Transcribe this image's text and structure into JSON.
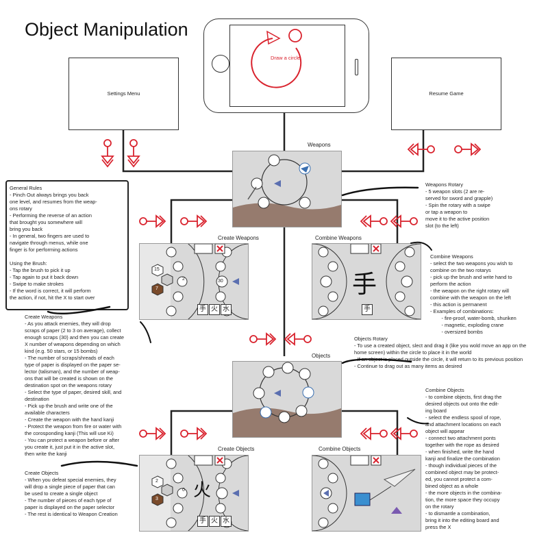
{
  "title": "Object Manipulation",
  "phone": {
    "label": "Draw a circle"
  },
  "settings_menu": {
    "label": "Settings Menu"
  },
  "resume_game": {
    "label": "Resume Game"
  },
  "panels": {
    "weapons": {
      "label": "Weapons"
    },
    "create_weapons": {
      "label": "Create Weapons",
      "slot_count_a": "15",
      "slot_count_b": "7",
      "slot_multiplier": "2",
      "active_slot": "30",
      "kanji": [
        "手",
        "火",
        "水"
      ]
    },
    "combine_weapons": {
      "label": "Combine Weapons",
      "center_kanji": "手",
      "kanji": [
        "手"
      ]
    },
    "objects": {
      "label": "Objects"
    },
    "create_objects": {
      "label": "Create Objects",
      "slot_count_a": "2",
      "slot_count_b": "3",
      "slot_multiplier": "0",
      "center_kanji": "火",
      "kanji": [
        "手",
        "火",
        "水"
      ]
    },
    "combine_objects": {
      "label": "Combine Objects"
    }
  },
  "notes": {
    "general_rules": "General Rules\n- Pinch Out always brings you back\none level, and resumes from the weap-\nons rotary\n- Performing the reverse of an action\nthat brought you somewhere will\nbring you back\n- In general, two fingers are used to\nnavigate through menus, while one\nfinger is for performing actions\n\nUsing the Brush:\n- Tap the brush to pick it up\n- Tap again to put it back down\n- Swipe to make strokes\n- If the word is correct, it will perform\nthe action, if not, hit the X to start over",
    "weapons_rotary": "Weapons Rotary\n- 5 weapon slots (2 are re-\nserved for sword and grapple)\n- Spin the rotary with a swipe\nor tap a weapon to\nmove it to the active position\nslot (to the left)",
    "combine_weapons": "Combine Weapons\n- select the two weapons you wish to\ncombine on the two rotarys\n- pick up the brush and write hand to\nperform the action\n- the weapon on the right rotary will\ncombine with the weapon on the left\n- this action is permanent\n- Examples of combinations:\n        - fire-proof, water-bomb, shuriken\n        - magnetic, exploding crane\n        - oversized bombs",
    "create_weapons": "Create Weapons\n- As you attack enemies, they will drop\nscraps of paper (2 to 3 on average), collect\nenough scraps (30) and then you can create\nX number of weapons depending on which\nkind (e.g. 50 stars, or 15 bombs)\n- The number of scraps/shreads of each\ntype of paper is displayed on the paper se-\nlector (talisman), and the number of weap-\nons that will be created is shown on the\ndestination spot on the weapons rotary\n- Select the type of paper, desired skill, and\ndestination\n- Pick up the brush and write one of the\navailable characters\n- Create the weapon with the hand kanji\n- Protect the weapon from fire or water with\nthe corosponding kanji (This will use Ki)\n- You can protect a weapon before or after\nyou create it, just put it in the active slot,\nthen write the kanji",
    "objects_rotary": "Objects Rotary\n- To use a created object, slect and drag it (like you wold move an app on the\nhome screen) within the circle to place it in the world\n- If an object is placed outside the circle, it will return to its previous position\n- Continue to drag out as many items as desired",
    "combine_objects": "Combine Objects\n- to combine objects, first drag the\ndesired objects out onto the edit-\ning board\n- select the endless spool of rope,\nand attachment locations on each\nobject will appear\n- connect two attachment ponts\ntogether with the rope as desired\n- when finished, write the hand\nkanji and finalize the combination\n- though individual pieces of the\ncombined object may be protect-\ned, you cannot protect a com-\nbined object as a whole\n- the more objects in the combina-\ntion, the more space they occupy\non the rotary\n- to dismantle a combination,\nbring it into the editing board and\npress the X",
    "create_objects": "Create Objects\n- When you defeat special enemies, they\nwill drop a single piece of paper that can\nbe used to create a single object\n- The number of pieces of each type of\npaper is displayed on the paper selector\n- The rest is identical to Weapon Creation"
  },
  "colors": {
    "accent": "#d9232e",
    "panel": "#d9d9d9",
    "slot_blue": "#3a6fb0",
    "ground": "#8a6a5a",
    "rule": "#222222"
  }
}
